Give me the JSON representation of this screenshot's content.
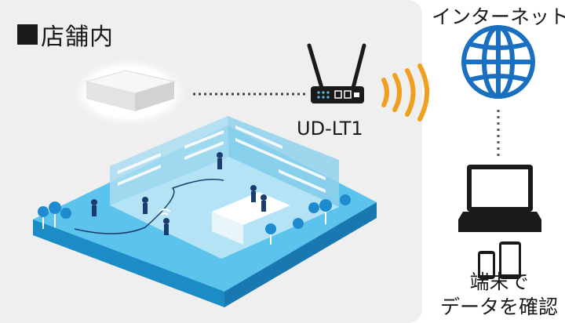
{
  "store": {
    "title": "店舗内"
  },
  "router": {
    "label": "UD-LT1"
  },
  "internet": {
    "label": "インターネット"
  },
  "device": {
    "line1": "端末で",
    "line2": "データを確認"
  },
  "colors": {
    "accent": "#1a6fc1",
    "iso_floor": "#5cc3ec",
    "signal": "#f0a020",
    "panel": "#efefef"
  }
}
